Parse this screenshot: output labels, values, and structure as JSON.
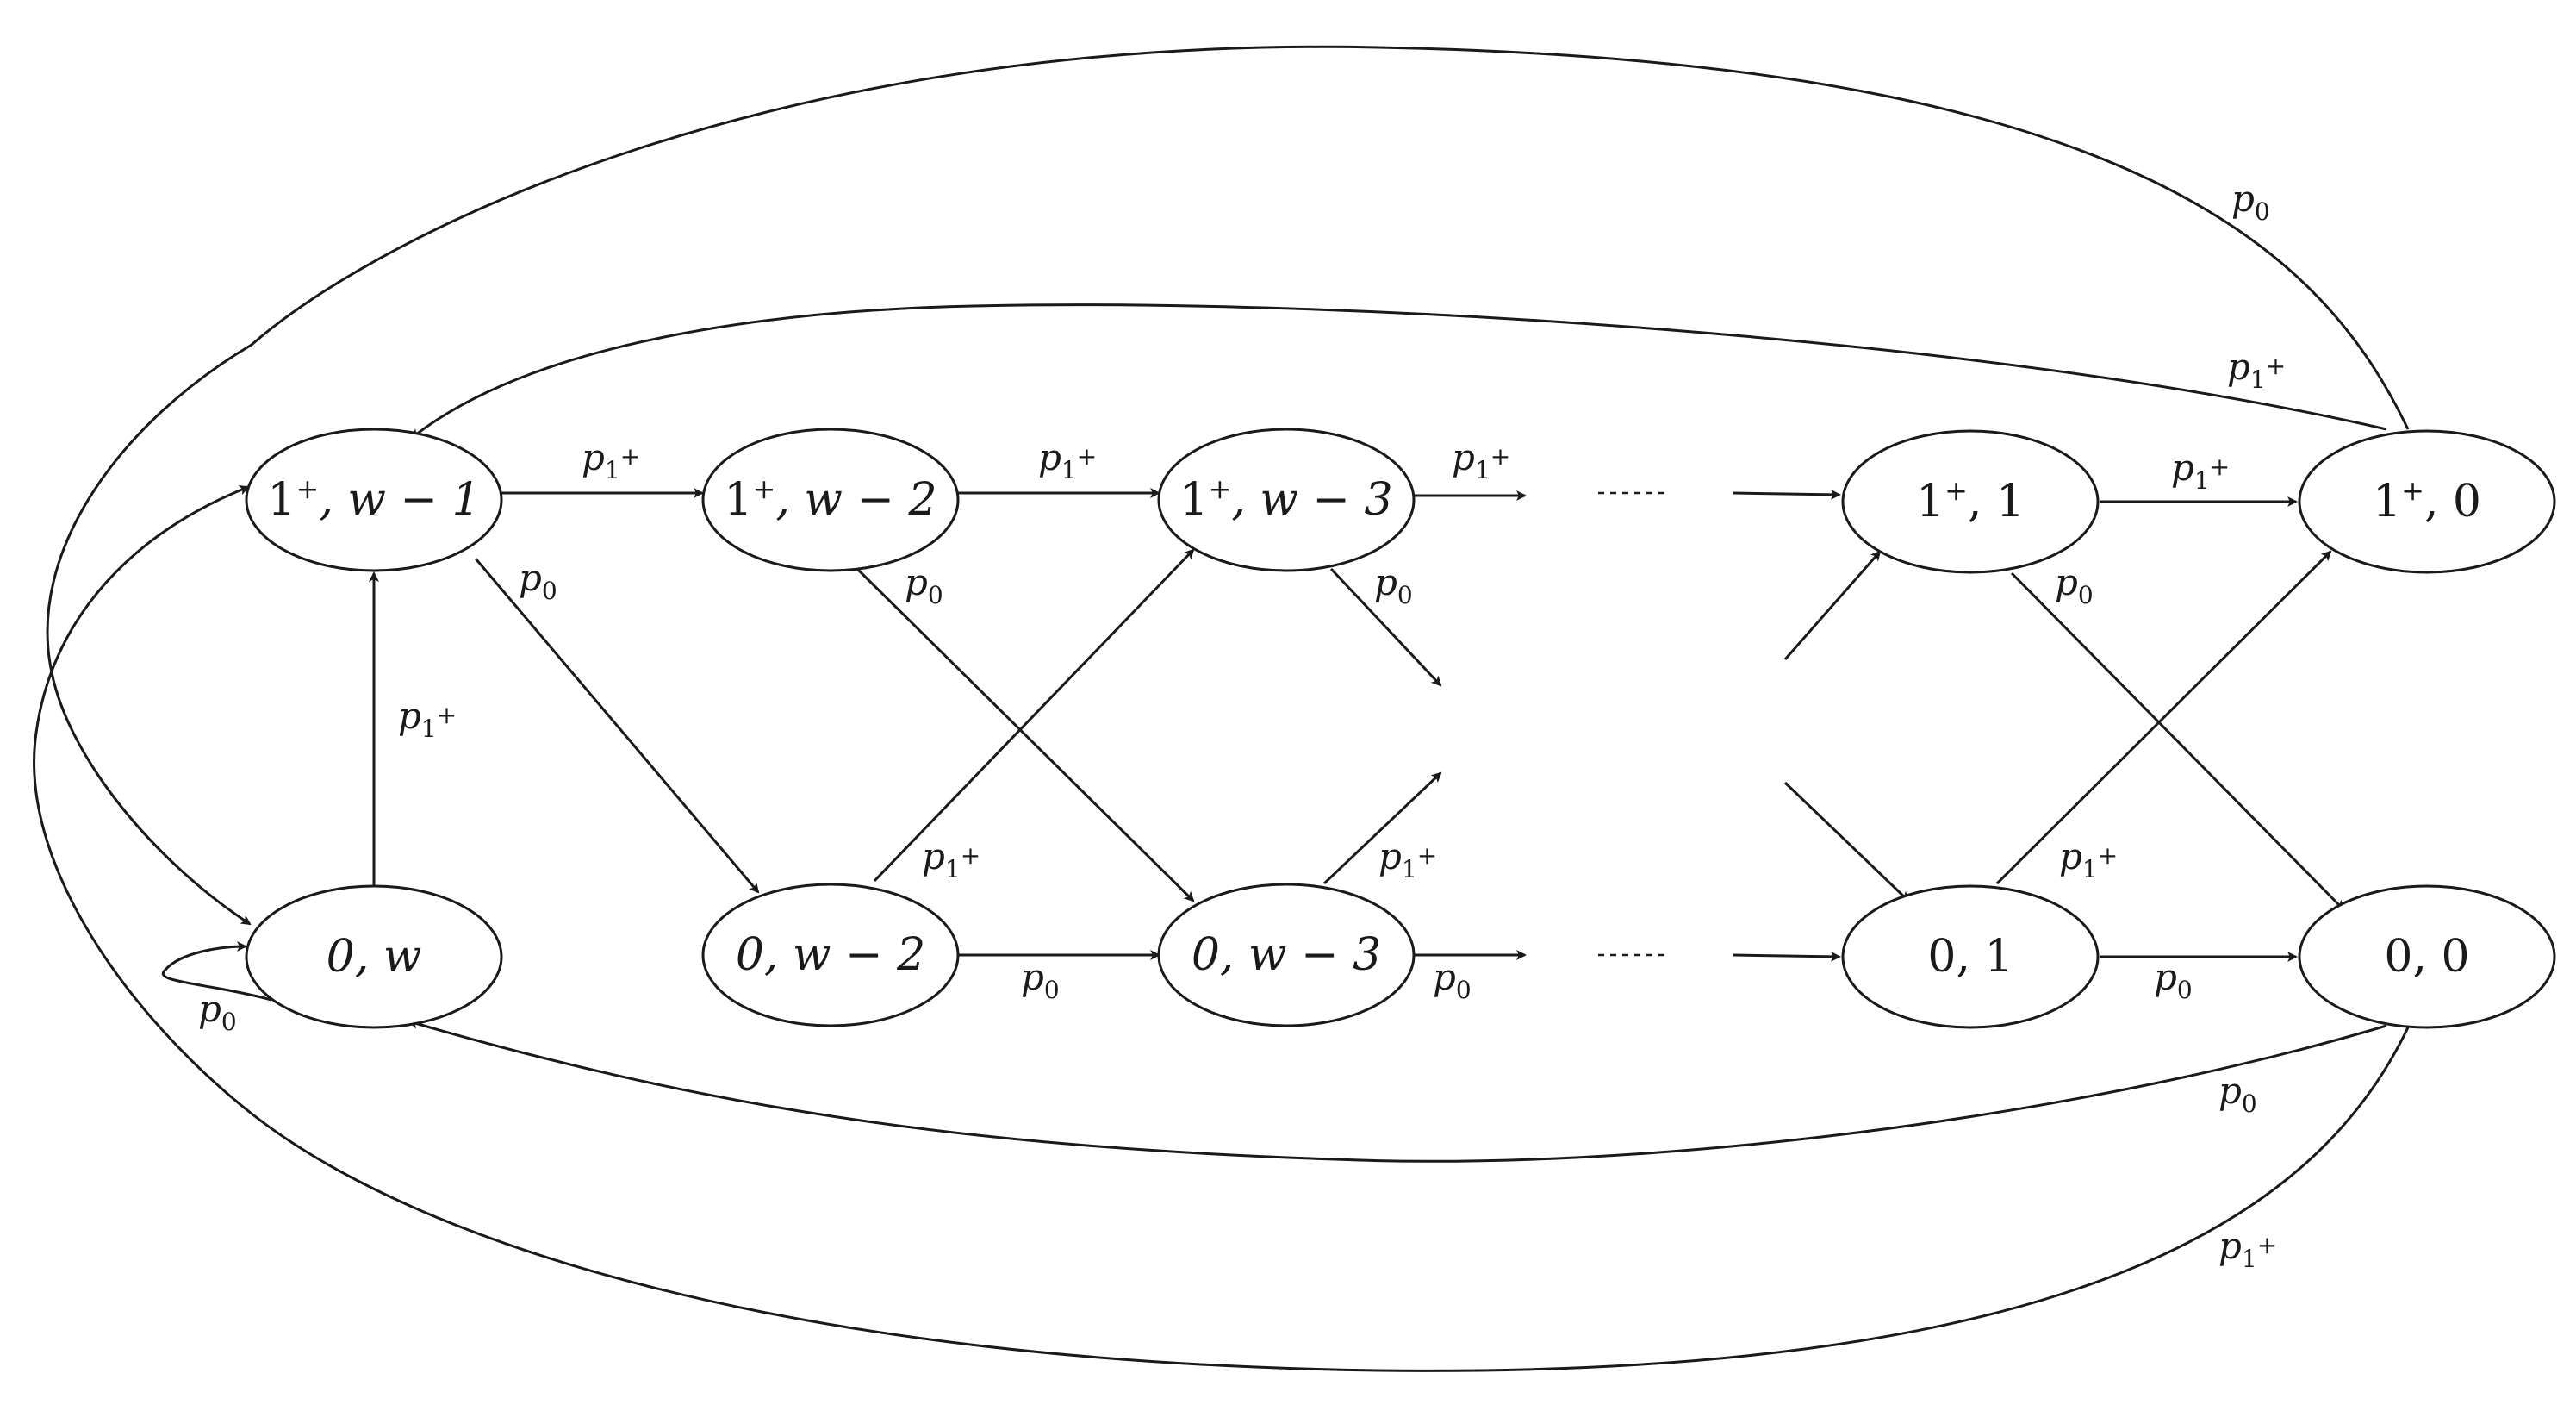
{
  "states": {
    "a1": {
      "pre": "1",
      "sup": "+",
      "post": ", w − 1"
    },
    "a2": {
      "pre": "1",
      "sup": "+",
      "post": ", w − 2"
    },
    "a3": {
      "pre": "1",
      "sup": "+",
      "post": ", w − 3"
    },
    "a4": {
      "pre": "1",
      "sup": "+",
      "post": ", 1"
    },
    "a5": {
      "pre": "1",
      "sup": "+",
      "post": ", 0"
    },
    "b0": {
      "text": "0, w"
    },
    "b2": {
      "text": "0, w − 2"
    },
    "b3": {
      "text": "0, w − 3"
    },
    "b4": {
      "text": "0, 1"
    },
    "b5": {
      "text": "0, 0"
    }
  },
  "probs": {
    "p0": {
      "p": "p",
      "sub": "0"
    },
    "p1": {
      "p": "p",
      "sub": "1",
      "supsub": "+"
    }
  },
  "ellipsis": "⋯"
}
